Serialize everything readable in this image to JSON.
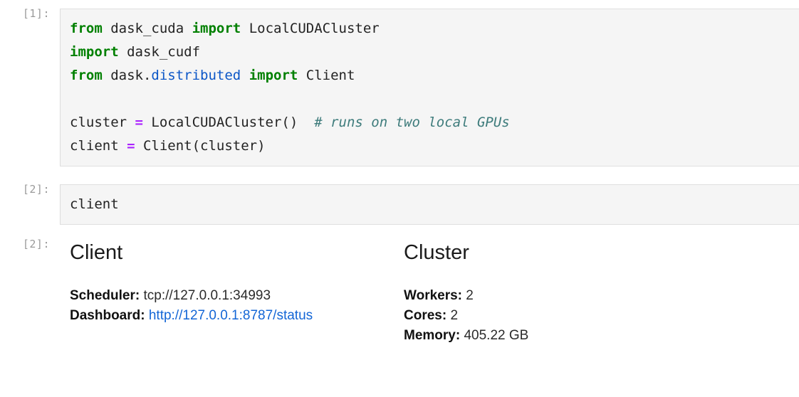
{
  "notebook": {
    "cells": [
      {
        "kind": "code",
        "prompt": "[1]:",
        "source_lines": [
          "from dask_cuda import LocalCUDACluster",
          "import dask_cudf",
          "from dask.distributed import Client",
          "",
          "cluster = LocalCUDACluster()  # runs on two local GPUs",
          "client = Client(cluster)"
        ],
        "tokens": {
          "l1": {
            "kw1": "from",
            "name1": " dask_cuda ",
            "kw2": "import",
            "name2": " LocalCUDACluster"
          },
          "l2": {
            "kw1": "import",
            "name1": " dask_cudf"
          },
          "l3": {
            "kw1": "from",
            "name1": " dask.",
            "mod": "distributed",
            "kw2": " import",
            "name2": " Client"
          },
          "l5": {
            "name1": "cluster ",
            "op": "=",
            "name2": " LocalCUDACluster()  ",
            "comment": "# runs on two local GPUs"
          },
          "l6": {
            "name1": "client ",
            "op": "=",
            "name2": " Client(cluster)"
          }
        }
      },
      {
        "kind": "code",
        "prompt": "[2]:",
        "source_lines": [
          "client"
        ],
        "tokens": {
          "l1": {
            "name1": "client"
          }
        }
      }
    ],
    "output": {
      "prompt": "[2]:",
      "client": {
        "title": "Client",
        "rows": [
          {
            "key": "Scheduler:",
            "value": "tcp://127.0.0.1:34993",
            "is_link": false
          },
          {
            "key": "Dashboard:",
            "value": "http://127.0.0.1:8787/status",
            "is_link": true
          }
        ]
      },
      "cluster": {
        "title": "Cluster",
        "rows": [
          {
            "key": "Workers:",
            "value": "2"
          },
          {
            "key": "Cores:",
            "value": "2"
          },
          {
            "key": "Memory:",
            "value": "405.22 GB"
          }
        ]
      }
    }
  },
  "colors": {
    "cell_background": "#f5f5f5",
    "prompt_text": "#9a9a9a",
    "keyword": "#008000",
    "module": "#0b56c7",
    "operator": "#aa22ff",
    "comment": "#3d7b7b",
    "link": "#1366d6",
    "body_text": "#232323"
  }
}
